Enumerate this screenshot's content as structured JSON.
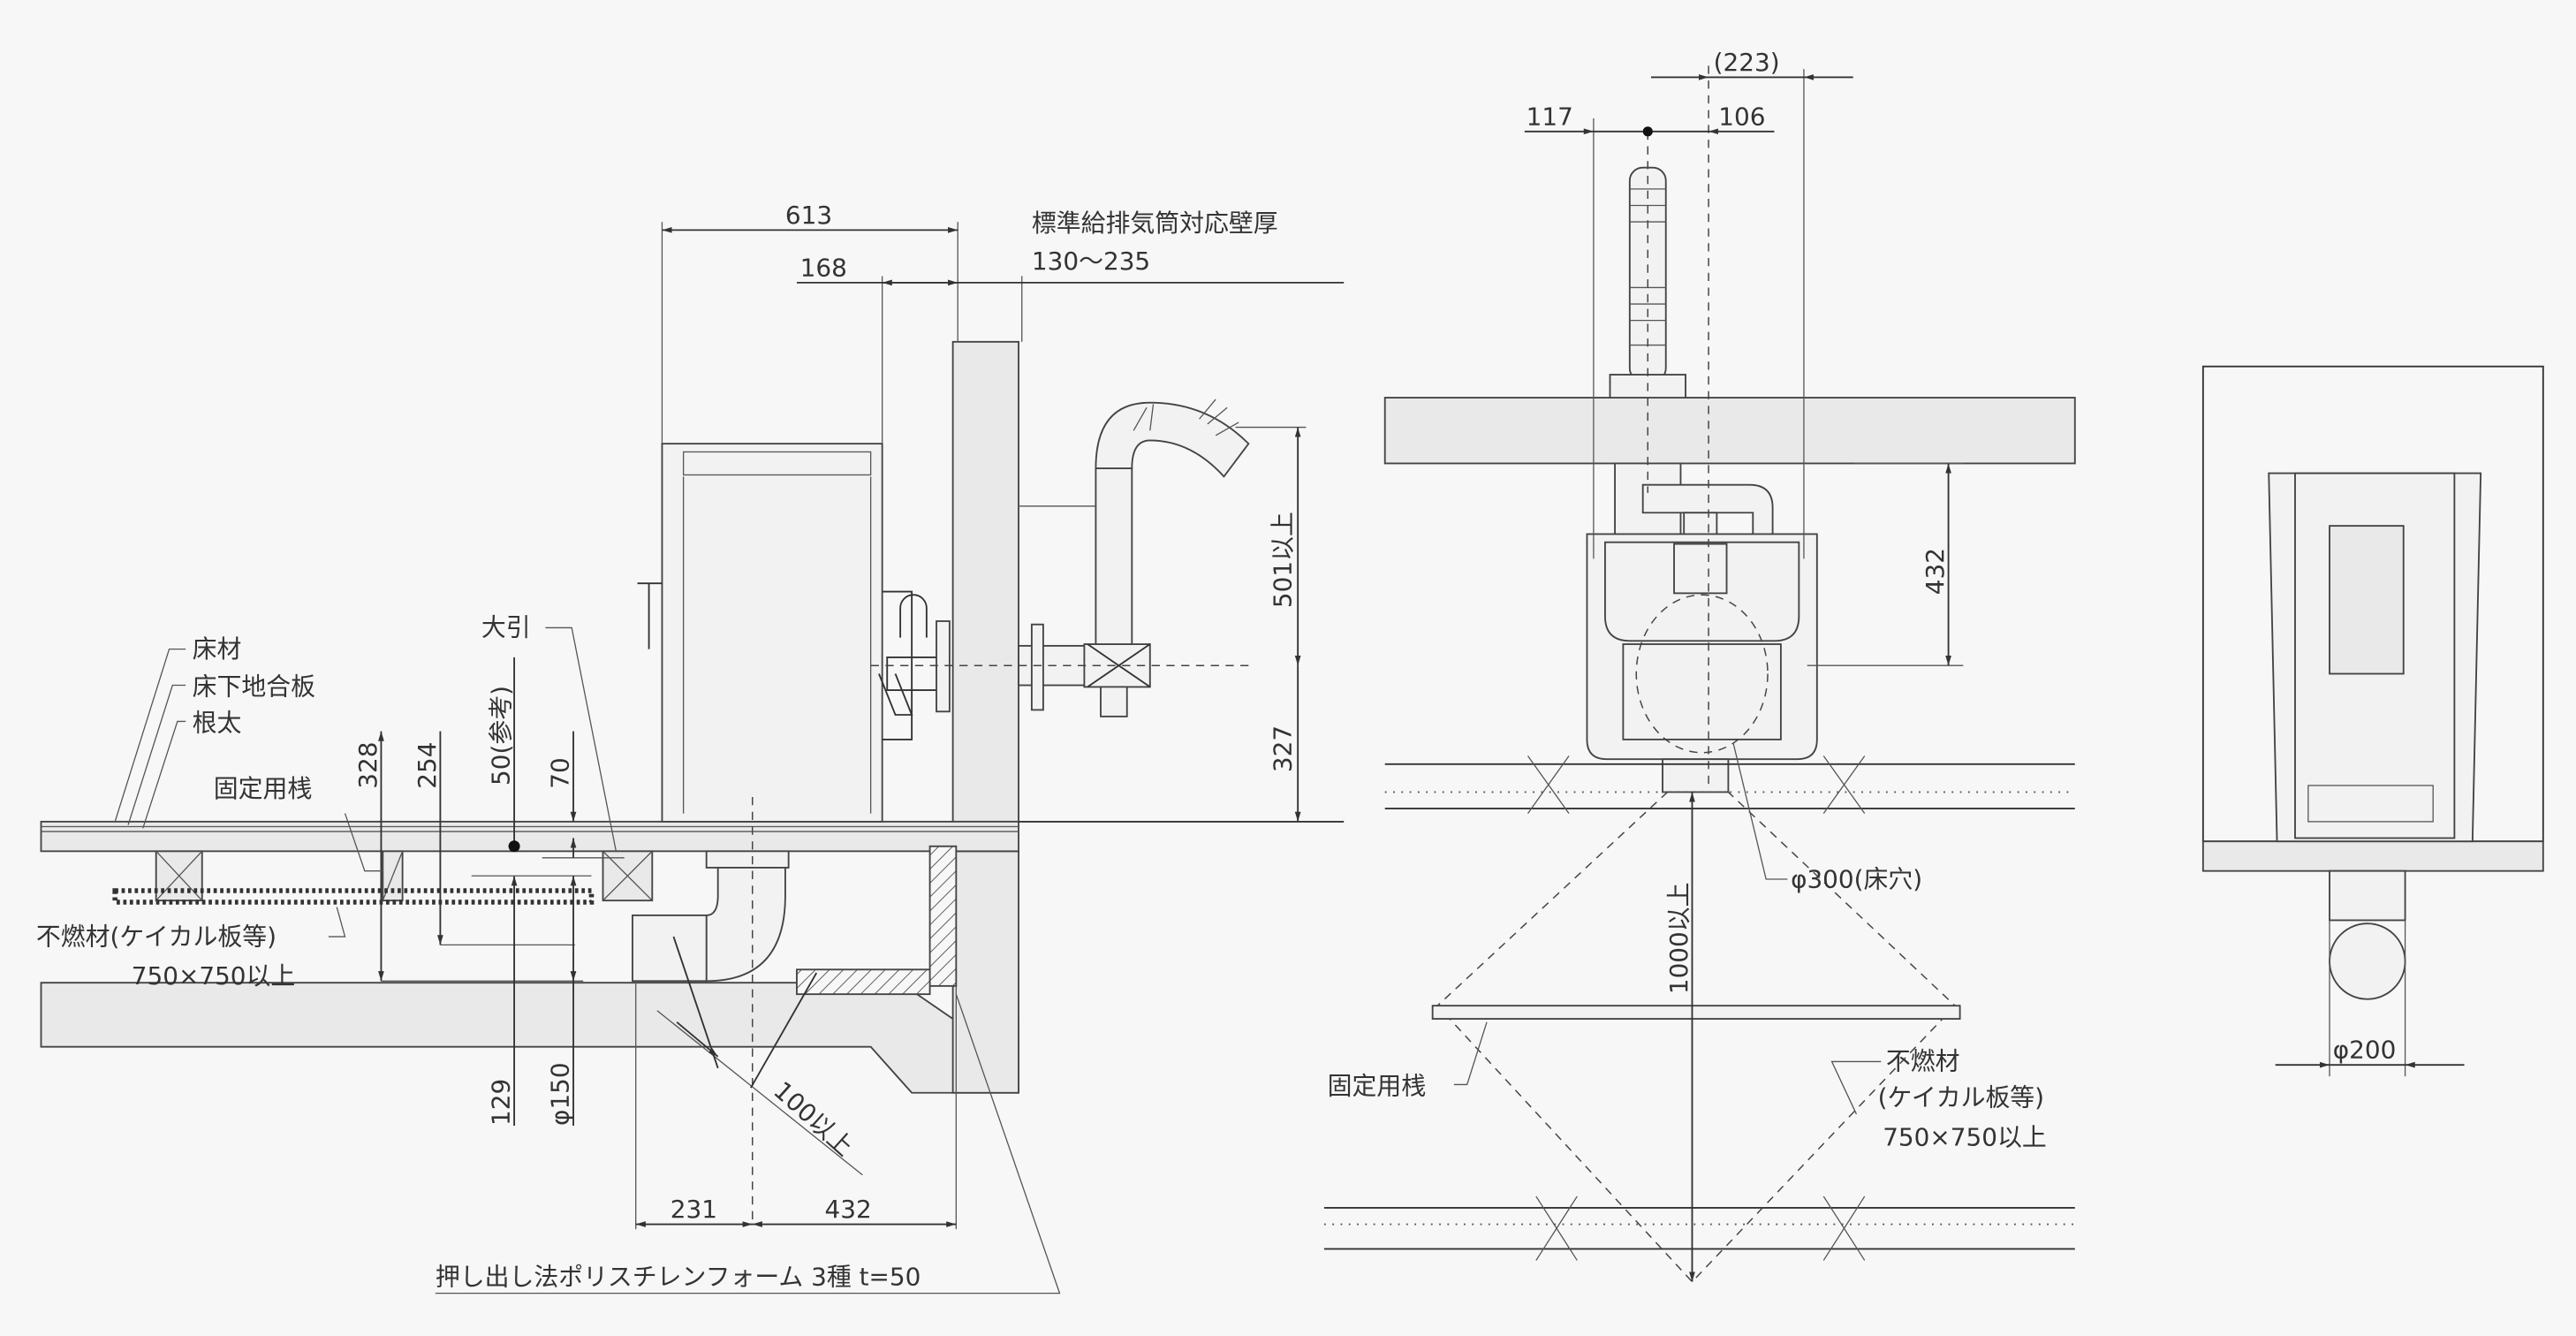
{
  "side_view": {
    "dims": {
      "d613": "613",
      "d168": "168",
      "wall_label": "標準給排気筒対応壁厚",
      "wall_range": "130〜235",
      "d501": "501以上",
      "d327": "327",
      "d328": "328",
      "d254": "254",
      "d50": "50(参考)",
      "d70": "70",
      "d129": "129",
      "d150": "φ150",
      "d100": "100以上",
      "d231": "231",
      "d432": "432"
    },
    "labels": {
      "floor": "床材",
      "subfloor": "床下地合板",
      "joist": "根太",
      "beam": "大引",
      "fixing": "固定用桟",
      "noncomb": "不燃材(ケイカル板等)",
      "noncomb_size": "750×750以上",
      "insulation": "押し出し法ポリスチレンフォーム 3種 t=50"
    }
  },
  "top_view": {
    "dims": {
      "d223": "(223)",
      "d117": "117",
      "d106": "106",
      "d432": "432",
      "d1000": "1000以上"
    },
    "labels": {
      "hole": "φ300(床穴)",
      "fixing": "固定用桟",
      "noncomb": "不燃材",
      "noncomb2": "(ケイカル板等)",
      "noncomb_size": "750×750以上"
    }
  },
  "front_view": {
    "dims": {
      "d200": "φ200"
    }
  }
}
